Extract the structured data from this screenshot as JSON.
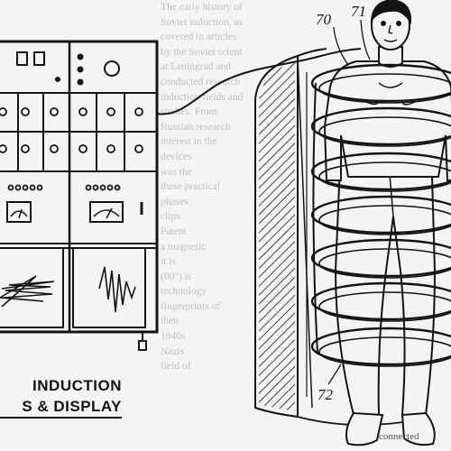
{
  "caption": {
    "line1": "INDUCTION",
    "line2": "S & DISPLAY"
  },
  "reference_numerals": {
    "a": "70",
    "b": "71",
    "c": "72"
  },
  "background_text_lines": [
    "The early history of",
    "Soviet induction, as",
    "covered in articles",
    "by the Soviet scient",
    "at Leningrad and",
    "conducted research",
    "induction fields and",
    "studies. From",
    "Russian research",
    "interest in the",
    "devices",
    "was the",
    "these practical",
    "phases",
    "clips",
    "Patent",
    "a magnetic",
    "it is",
    "(00\") is",
    "technology",
    "fingerprints of",
    "then",
    "1940s",
    "Nazis",
    "field of"
  ],
  "bottom_text": "connected",
  "colors": {
    "ink": "#141414",
    "paper": "#f4f4f2"
  }
}
